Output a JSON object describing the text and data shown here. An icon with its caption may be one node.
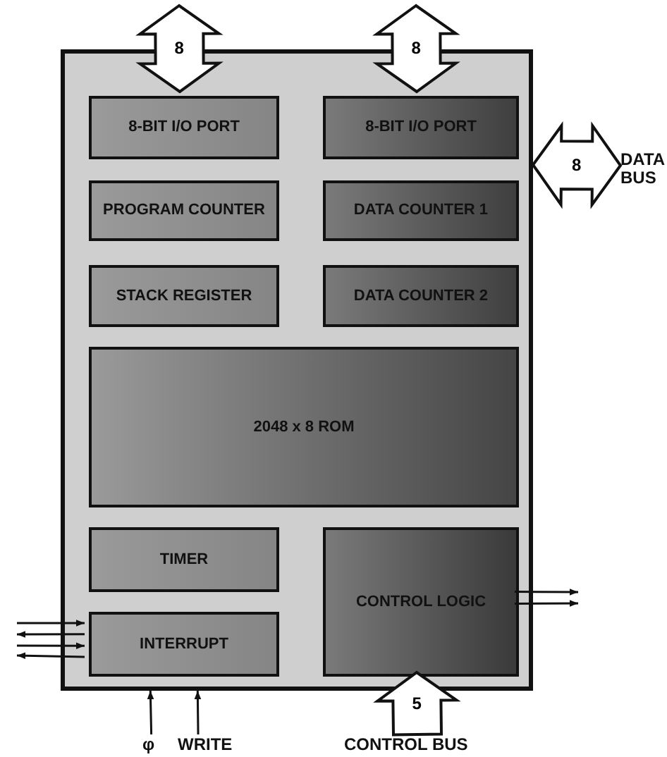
{
  "diagram": {
    "nodes": [
      {
        "text": [],
        "shape": "box"
      },
      {
        "text": [
          "8-BIT I/O PORT"
        ],
        "in": 0
      },
      {
        "text": [
          "8-BIT I/O PORT"
        ],
        "in": 0
      },
      {
        "text": [
          "PROGRAM COUNTER"
        ],
        "in": 0
      },
      {
        "text": [
          "DATA COUNTER 1"
        ],
        "in": 0
      },
      {
        "text": [
          "STACK REGISTER"
        ],
        "in": 0
      },
      {
        "text": [
          "DATA COUNTER 2"
        ],
        "in": 0
      },
      {
        "text": [
          "2048 x 8 ROM"
        ],
        "in": 0
      },
      {
        "text": [
          "TIMER"
        ],
        "in": 0
      },
      {
        "text": [
          "CONTROL LOGIC"
        ],
        "in": 0
      },
      {
        "text": [
          "INTERRUPT"
        ],
        "in": 0
      },
      {
        "text": [
          "DATA BUS"
        ]
      },
      {
        "text": [
          "φ"
        ]
      },
      {
        "text": [
          "WRITE"
        ]
      },
      {
        "text": [
          "CONTROL BUS"
        ]
      }
    ],
    "edges": [
      {
        "from": null,
        "to": 1,
        "arrow": "both",
        "label": "8",
        "style": "thick"
      },
      {
        "from": null,
        "to": 2,
        "arrow": "both",
        "label": "8",
        "style": "thick"
      },
      {
        "from": 0,
        "to": 11,
        "arrow": "both",
        "label": "8",
        "style": "thick"
      },
      {
        "from": 9,
        "to": null,
        "arrow": "to"
      },
      {
        "from": 9,
        "to": null,
        "arrow": "to"
      },
      {
        "from": null,
        "to": 10,
        "arrow": "to"
      },
      {
        "from": 10,
        "to": null,
        "arrow": "to"
      },
      {
        "from": null,
        "to": 10,
        "arrow": "to"
      },
      {
        "from": 10,
        "to": null,
        "arrow": "to"
      },
      {
        "from": 12,
        "to": 0,
        "arrow": "to"
      },
      {
        "from": 13,
        "to": 0,
        "arrow": "to"
      },
      {
        "from": 14,
        "to": 9,
        "arrow": "to",
        "label": "5",
        "style": "thick"
      }
    ]
  }
}
